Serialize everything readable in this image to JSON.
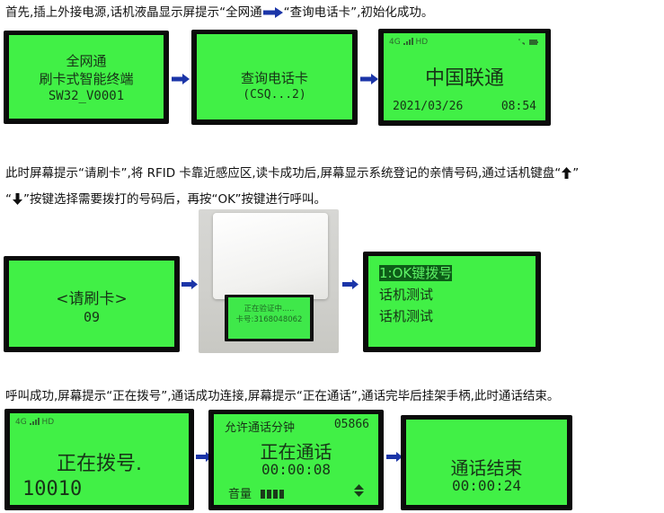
{
  "paragraphs": {
    "p1": {
      "a": "首先,插上外接电源,话机液晶显示屏提示“全网通",
      "b": "“查询电话卡”,初始化成功。"
    },
    "p2": {
      "line1a": "此时屏幕提示“请刷卡”,将 RFID 卡靠近感应区,读卡成功后,屏幕显示系统登记的亲情号码,通过话机键盘“",
      "line1b": "”",
      "line2a": "“",
      "line2b": "”按键选择需要拨打的号码后，再按“OK”按键进行呼叫。"
    },
    "p3": "呼叫成功,屏幕提示“正在拨号”,通话成功连接,屏幕提示“正在通话”,通话完毕后挂架手柄,此时通话结束。"
  },
  "screens": {
    "s1": {
      "line1": "全网通",
      "line2": "刷卡式智能终端",
      "line3": "SW32_V0001"
    },
    "s2": {
      "line1": "查询电话卡",
      "line2": "(CSQ...2)"
    },
    "s3": {
      "status_left": "4G",
      "status_hd": "HD",
      "carrier": "中国联通",
      "date": "2021/03/26",
      "time": "08:54"
    },
    "s4": {
      "line1": "<请刷卡>",
      "line2": "09"
    },
    "s5": {
      "line1": "正在验证中.....",
      "line2": "卡号:3168048062"
    },
    "s6": {
      "item1": "1:OK键拨号",
      "item2": "话机测试",
      "item3": "话机测试"
    },
    "s7": {
      "status_left": "4G",
      "status_hd": "HD",
      "line1": "正在拨号.",
      "number": "10010"
    },
    "s8": {
      "header_left": "允许通话分钟",
      "header_right": "05866",
      "line1": "正在通话",
      "timer": "00:00:08",
      "volume_label": "音量"
    },
    "s9": {
      "line1": "通话结束",
      "timer": "00:00:24"
    }
  },
  "colors": {
    "lcd_green": "#41f046",
    "arrow_blue": "#1b35a8",
    "bezel": "#0b0b0b"
  }
}
